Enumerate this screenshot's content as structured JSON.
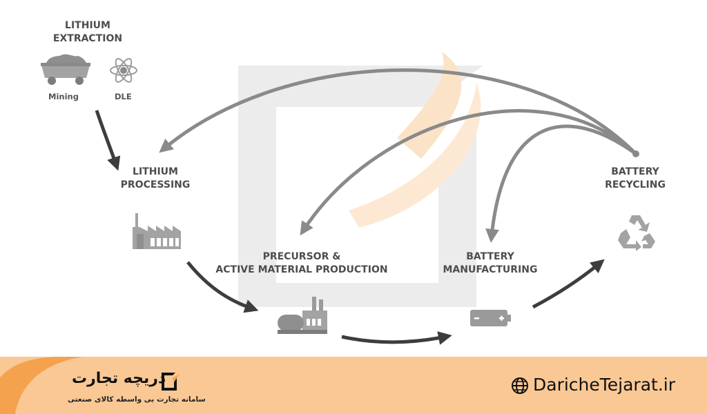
{
  "stages": {
    "extraction": {
      "line1": "LITHIUM",
      "line2": "EXTRACTION",
      "mining_label": "Mining",
      "dle_label": "DLE"
    },
    "processing": {
      "line1": "LITHIUM",
      "line2": "PROCESSING"
    },
    "precursor": {
      "line1": "PRECURSOR &",
      "line2": "ACTIVE MATERIAL PRODUCTION"
    },
    "manufacturing": {
      "line1": "BATTERY",
      "line2": "MANUFACTURING"
    },
    "recycling": {
      "line1": "BATTERY",
      "line2": "RECYCLING"
    }
  },
  "footer": {
    "brand_name": "دریچه تجارت",
    "brand_tagline": "سامانه تجارت بی واسطه کالای صنعتی",
    "website": "DaricheTejarat.ir"
  },
  "colors": {
    "arrow_dark": "#3d3d3d",
    "arrow_light": "#8a8a8a",
    "icon_gray": "#9a9a9a",
    "watermark_gray": "#ececec",
    "watermark_orange": "#fbe3c8",
    "footer_bg": "#f9c895",
    "footer_accent": "#f4a24e"
  },
  "icons": [
    "mine-cart-icon",
    "atom-icon",
    "factory-icon",
    "battery-icon",
    "recycle-icon",
    "globe-icon",
    "brand-logo-icon"
  ]
}
